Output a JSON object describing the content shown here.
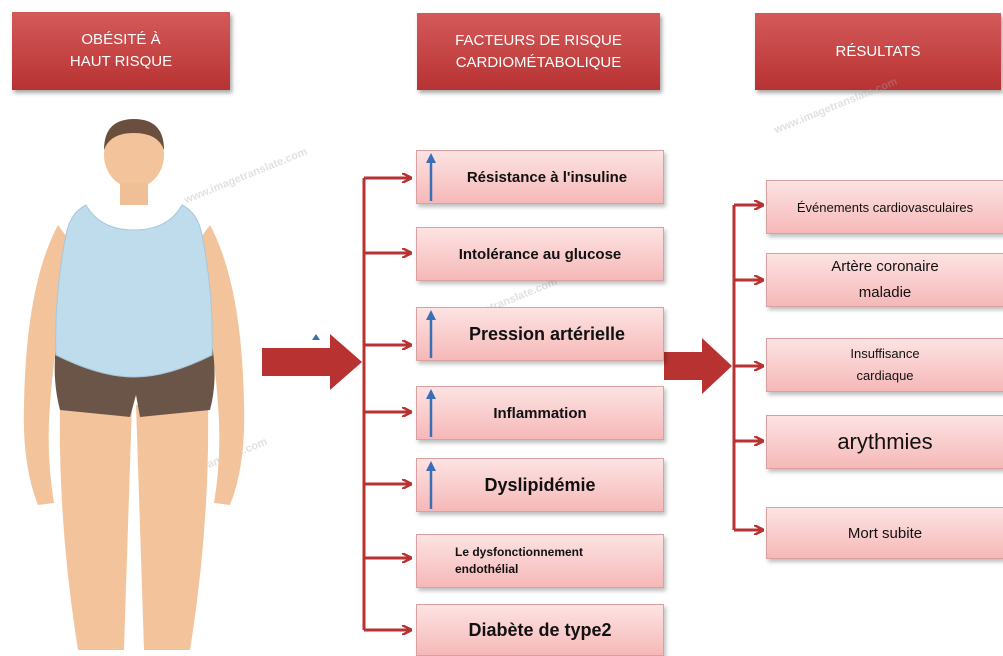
{
  "headers": {
    "left": "OBÉSITÉ À\nHAUT RISQUE",
    "middle": "FACTEURS DE RISQUE\nCARDIOMÉTABOLIQUE",
    "right": "RÉSULTATS"
  },
  "risk_factors": [
    {
      "label": "Résistance à l'insuline",
      "arrow": true
    },
    {
      "label": "Intolérance au glucose",
      "arrow": false
    },
    {
      "label": "Pression artérielle",
      "arrow": true
    },
    {
      "label": "Inflammation",
      "arrow": true
    },
    {
      "label": "Dyslipidémie",
      "arrow": true
    },
    {
      "label": "Le dysfonctionnement\nendothélial",
      "arrow": false
    },
    {
      "label": "Diabète de type2",
      "arrow": false
    }
  ],
  "outcomes": [
    {
      "label": "Événements cardiovasculaires"
    },
    {
      "label": "Artère coronaire\nmaladie"
    },
    {
      "label": "Insuffisance\ncardiaque"
    },
    {
      "label": "arythmies"
    },
    {
      "label": "Mort subite"
    }
  ],
  "colors": {
    "header": "#c0393b",
    "arrow": "#b83232",
    "box": "#f9caca",
    "up_arrow": "#3a6fb5"
  }
}
